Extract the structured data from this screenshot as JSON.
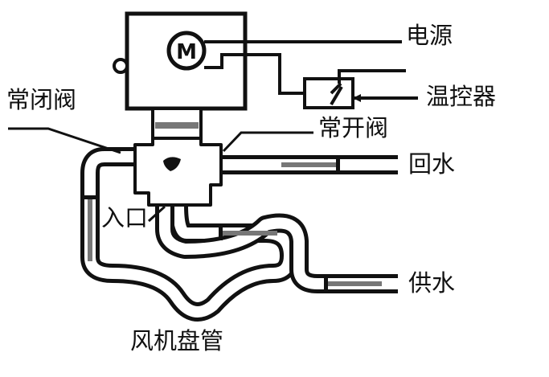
{
  "title": "风机盘管温控系统示意图",
  "labels": {
    "power": "电源",
    "thermostat": "温控器",
    "normally_closed_valve": "常闭阀",
    "normally_open_valve": "常开阀",
    "return_water": "回水",
    "inlet": "入口",
    "supply_water": "供水",
    "fan_coil": "风机盘管",
    "motor": "M"
  }
}
